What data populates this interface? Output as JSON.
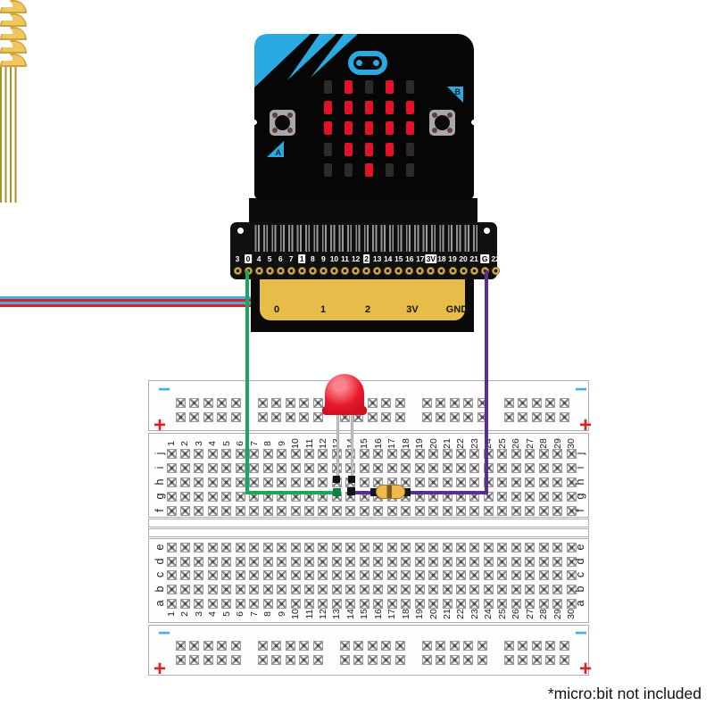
{
  "note": "*micro:bit not included",
  "microbit": {
    "button_a_label": "A",
    "button_b_label": "B",
    "led_pattern": [
      "01010",
      "11111",
      "11111",
      "01110",
      "00100"
    ],
    "edge_pad_labels": [
      "0",
      "1",
      "2",
      "3V",
      "GND"
    ],
    "colors": {
      "brand_blue": "#2baae2",
      "led_on": "#e31226",
      "led_off": "#2b2b2b"
    }
  },
  "breakout": {
    "pin_labels": [
      "3",
      "0",
      "4",
      "5",
      "6",
      "7",
      "1",
      "8",
      "9",
      "10",
      "11",
      "12",
      "2",
      "13",
      "14",
      "15",
      "16",
      "17",
      "3V",
      "18",
      "19",
      "20",
      "21",
      "G",
      "22"
    ],
    "highlighted_pins": [
      "0",
      "1",
      "2",
      "3V",
      "G"
    ]
  },
  "breadboard": {
    "column_numbers": [
      "1",
      "2",
      "3",
      "4",
      "5",
      "6",
      "7",
      "8",
      "9",
      "10",
      "11",
      "12",
      "13",
      "14",
      "15",
      "16",
      "17",
      "18",
      "19",
      "20",
      "21",
      "22",
      "23",
      "24",
      "25",
      "26",
      "27",
      "28",
      "29",
      "30"
    ],
    "row_letters_upper": [
      "j",
      "i",
      "h",
      "g",
      "f"
    ],
    "row_letters_lower": [
      "e",
      "d",
      "c",
      "b",
      "a"
    ],
    "rail_minus": "−",
    "rail_plus": "+",
    "colors": {
      "rail_blue": "#45aee3",
      "rail_red": "#e01f1f"
    }
  },
  "circuit": {
    "wires": [
      {
        "name": "green-wire",
        "color": "#17a85a",
        "from_pin": "0",
        "to": "column 13 row g"
      },
      {
        "name": "purple-wire",
        "color": "#5c2d91",
        "from_pin": "G",
        "to": "column 14 row g"
      }
    ],
    "led": {
      "color": "#e31226",
      "position": "columns 13-14 row h"
    },
    "resistor": {
      "position": "row g, columns 16-18"
    }
  }
}
